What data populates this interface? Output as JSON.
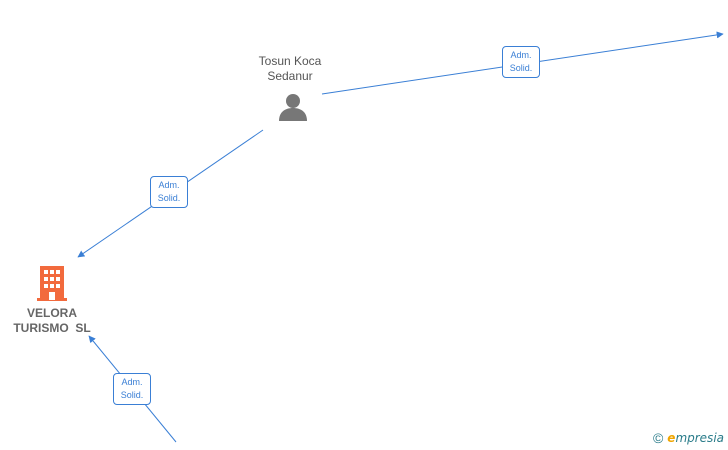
{
  "nodes": {
    "person": {
      "name_line1": "Tosun Koca",
      "name_line2": "Sedanur"
    },
    "company": {
      "name_line1": "VELORA",
      "name_line2": "TURISMO  SL"
    }
  },
  "edges": [
    {
      "role_line1": "Adm.",
      "role_line2": "Solid."
    },
    {
      "role_line1": "Adm.",
      "role_line2": "Solid."
    },
    {
      "role_line1": "Adm.",
      "role_line2": "Solid."
    }
  ],
  "colors": {
    "edge": "#3a7fd5",
    "company_icon": "#f26a3d",
    "person_icon": "#777777"
  },
  "icons": {
    "person": "person-icon",
    "company": "building-icon"
  },
  "watermark": {
    "symbol": "©",
    "brand_initial": "e",
    "brand_rest": "mpresia"
  }
}
